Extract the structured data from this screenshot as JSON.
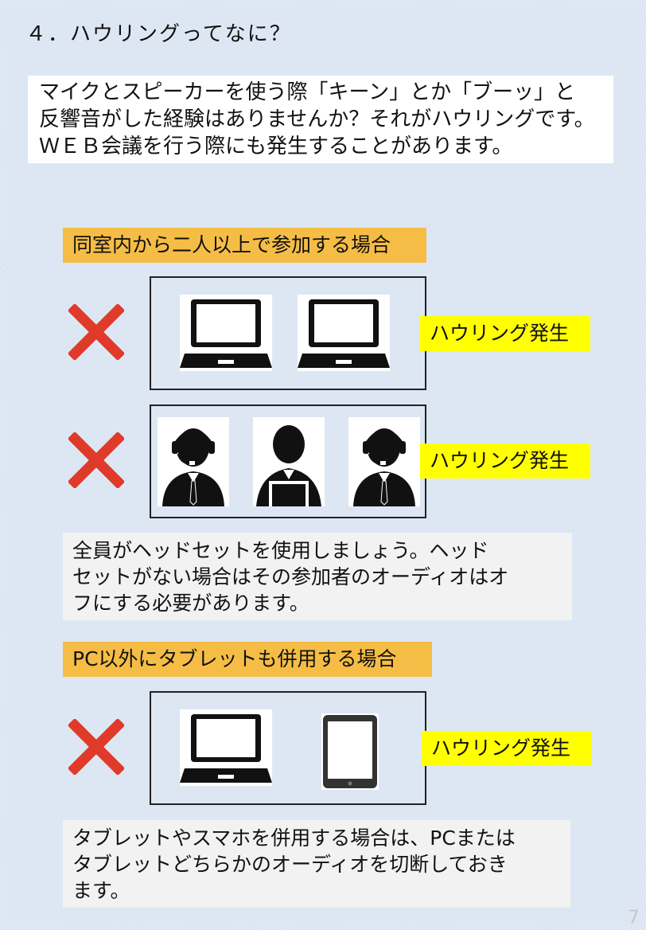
{
  "title": "４．ハウリングってなに？",
  "intro": {
    "lines": [
      "マイクとスピーカーを使う際「キーン」とか「ブーッ」と",
      "反響音がした経験はありませんか？それがハウリングです。",
      "ＷＥＢ会議を行う際にも発生することがあります。"
    ]
  },
  "section1": {
    "heading": "同室内から二人以上で参加する場合",
    "row1_label": "ハウリング発生",
    "row2_label": "ハウリング発生",
    "icons_row1": [
      "laptop-icon",
      "laptop-icon"
    ],
    "icons_row2": [
      "headset-person-icon",
      "person-laptop-icon",
      "headset-person-icon"
    ],
    "note": [
      "全員がヘッドセットを使用しましょう。ヘッド",
      "セットがない場合はその参加者のオーディオはオ",
      "フにする必要があります。"
    ]
  },
  "section2": {
    "heading": "PC以外にタブレットも併用する場合",
    "row_label": "ハウリング発生",
    "icons": [
      "laptop-icon",
      "tablet-icon"
    ],
    "note": [
      "タブレットやスマホを併用する場合は、PCまたは",
      "タブレットどちらかのオーディオを切断しておき",
      "ます。"
    ]
  },
  "colors": {
    "orange_label": "#f5bd45",
    "yellow_label": "#ffff00",
    "cross": "#e03a2a"
  },
  "page_number": "7"
}
